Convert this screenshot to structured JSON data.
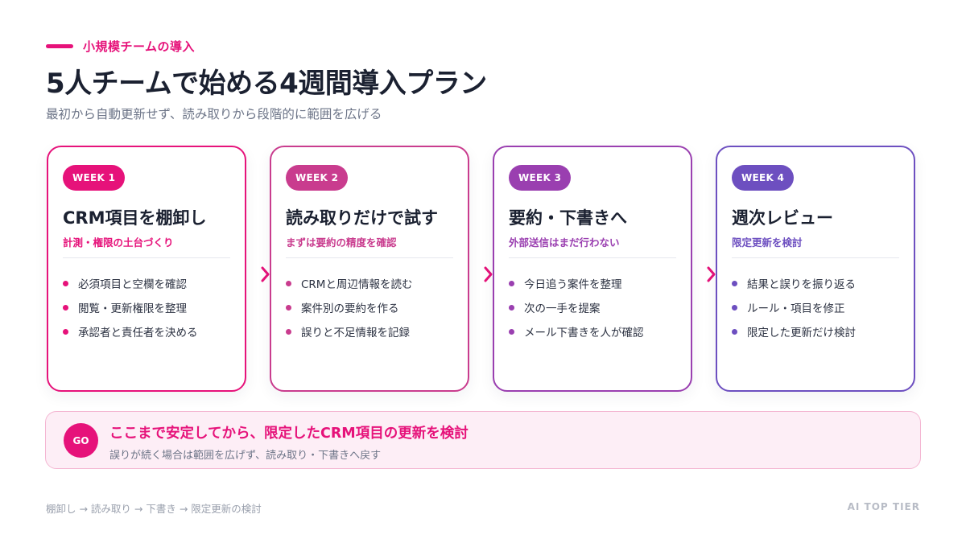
{
  "header": {
    "eyebrow": "小規模チームの導入",
    "title": "5人チームで始める4週間導入プラン",
    "subtitle": "最初から自動更新せず、読み取りから段階的に範囲を広げる"
  },
  "colors": {
    "accent": "#e6127a",
    "week1": "#e6127a",
    "week2": "#c93c8e",
    "week3": "#9a3fb0",
    "week4": "#6d4fc0"
  },
  "weeks": [
    {
      "badge": "WEEK 1",
      "title": "CRM項目を棚卸し",
      "subtitle": "計測・権限の土台づくり",
      "items": [
        "必須項目と空欄を確認",
        "閲覧・更新権限を整理",
        "承認者と責任者を決める"
      ]
    },
    {
      "badge": "WEEK 2",
      "title": "読み取りだけで試す",
      "subtitle": "まずは要約の精度を確認",
      "items": [
        "CRMと周辺情報を読む",
        "案件別の要約を作る",
        "誤りと不足情報を記録"
      ]
    },
    {
      "badge": "WEEK 3",
      "title": "要約・下書きへ",
      "subtitle": "外部送信はまだ行わない",
      "items": [
        "今日追う案件を整理",
        "次の一手を提案",
        "メール下書きを人が確認"
      ]
    },
    {
      "badge": "WEEK 4",
      "title": "週次レビュー",
      "subtitle": "限定更新を検討",
      "items": [
        "結果と誤りを振り返る",
        "ルール・項目を修正",
        "限定した更新だけ検討"
      ]
    }
  ],
  "go": {
    "label": "GO",
    "title": "ここまで安定してから、限定したCRM項目の更新を検討",
    "description": "誤りが続く場合は範囲を広げず、読み取り・下書きへ戻す"
  },
  "footer": {
    "flow": "棚卸し → 読み取り → 下書き → 限定更新の検討",
    "brand": "AI TOP TIER"
  }
}
